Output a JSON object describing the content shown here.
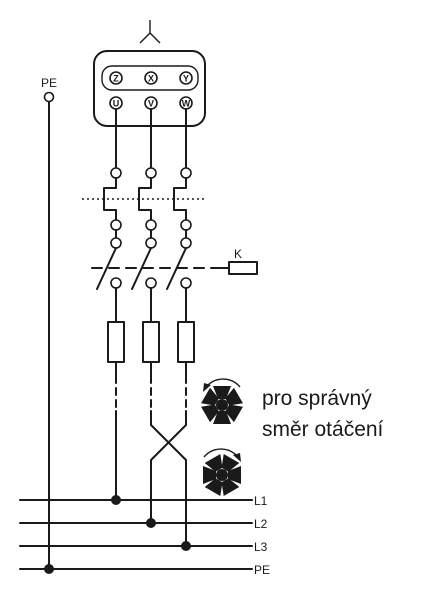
{
  "motor": {
    "terminals_top": [
      "Z",
      "X",
      "Y"
    ],
    "terminals_bottom": [
      "U",
      "V",
      "W"
    ]
  },
  "labels": {
    "pe_top": "PE",
    "contactor": "K",
    "rotation_line1": "pro správný",
    "rotation_line2": "směr otáčení"
  },
  "buses": [
    "L1",
    "L2",
    "L3",
    "PE"
  ],
  "icons": {
    "star_connection": "star-connection-icon",
    "fan_top": "fan-rotation-icon",
    "fan_bottom": "fan-rotation-icon"
  },
  "colors": {
    "line": "#1a1a1a",
    "background": "#ffffff"
  }
}
